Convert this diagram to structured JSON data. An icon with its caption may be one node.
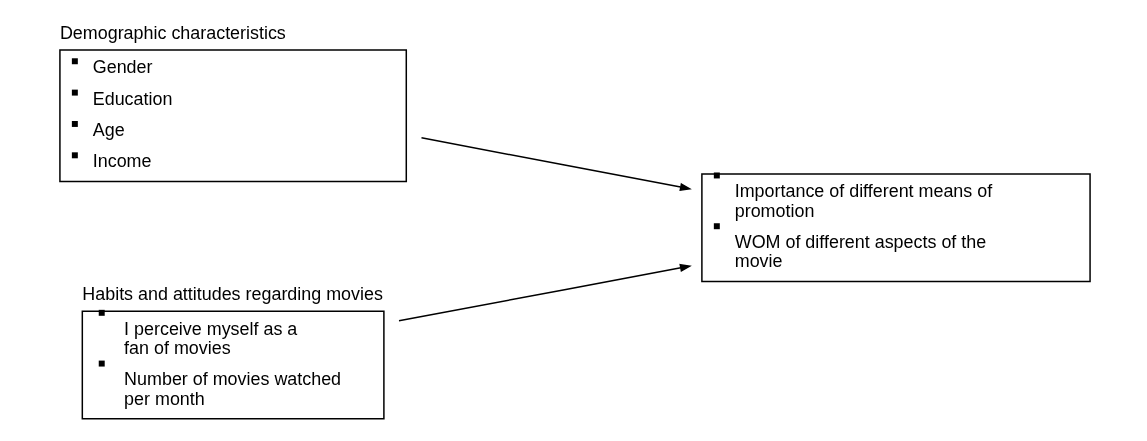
{
  "diagram": {
    "nodes": [
      {
        "text": [
          "Demographic characteristics",
          "Gender",
          "Education",
          "Age",
          "Income"
        ]
      },
      {
        "text": [
          "Habits and attitudes regarding movies",
          "I perceive myself as a fan of movies",
          "Number of movies watched per month"
        ]
      },
      {
        "text": [
          "Importance of different means of promotion",
          "WOM of different aspects of the movie"
        ]
      }
    ],
    "edges": [
      {
        "from": 0,
        "to": 2,
        "arrow": "to"
      },
      {
        "from": 1,
        "to": 2,
        "arrow": "to"
      }
    ]
  }
}
